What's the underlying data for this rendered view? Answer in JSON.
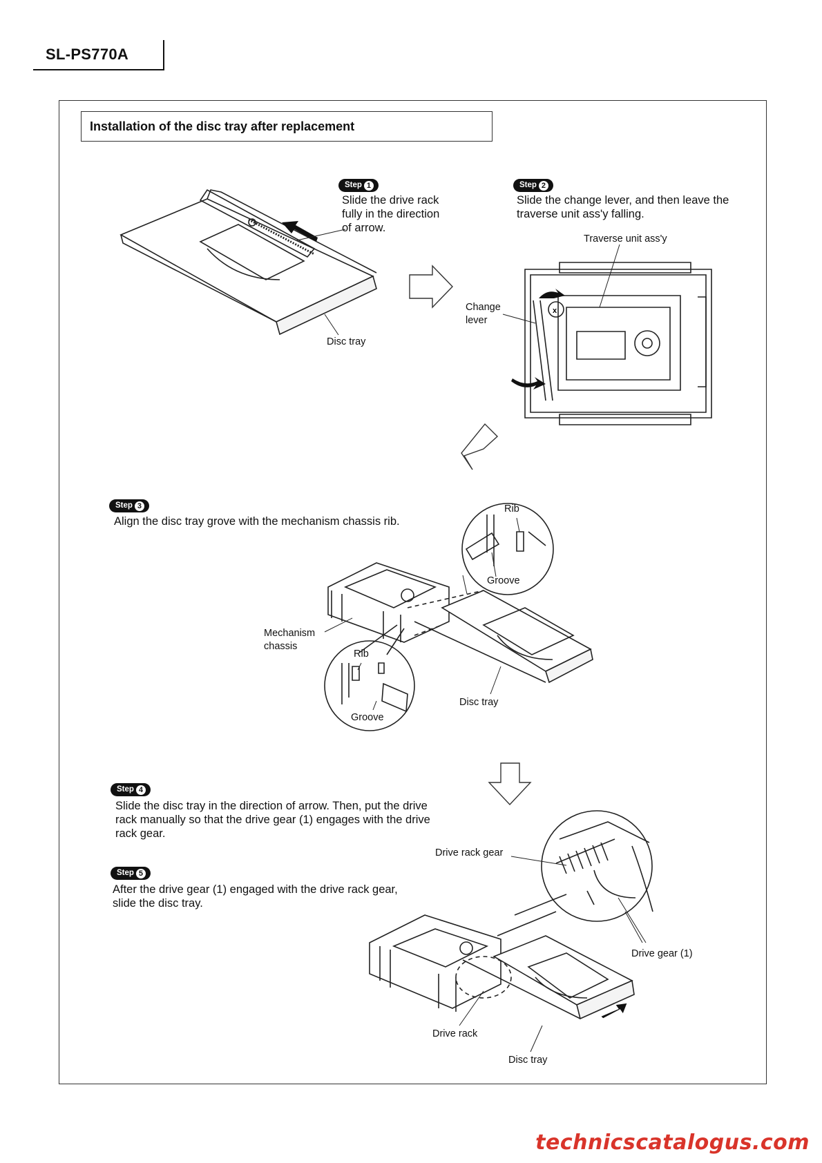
{
  "header": {
    "model": "SL-PS770A"
  },
  "section_title": "Installation of the disc tray after replacement",
  "steps": [
    {
      "badge": "Step",
      "num": "1",
      "text": "Slide the drive rack\nfully in the direction\nof arrow."
    },
    {
      "badge": "Step",
      "num": "2",
      "text": "Slide the change lever, and then leave the\ntraverse unit ass'y falling."
    },
    {
      "badge": "Step",
      "num": "3",
      "text": "Align the disc tray grove with the mechanism chassis rib."
    },
    {
      "badge": "Step",
      "num": "4",
      "text": "Slide the disc tray in the direction of arrow.  Then, put the drive\nrack manually so that the drive gear (1) engages with the drive\nrack gear."
    },
    {
      "badge": "Step",
      "num": "5",
      "text": "After the drive gear (1) engaged with the drive rack gear,\nslide the disc tray."
    }
  ],
  "labels": {
    "disc_tray": "Disc tray",
    "traverse_unit": "Traverse unit ass'y",
    "change_lever": "Change\nlever",
    "rib": "Rib",
    "groove": "Groove",
    "mechanism_chassis": "Mechanism\nchassis",
    "drive_rack_gear": "Drive rack gear",
    "drive_gear": "Drive gear (1)",
    "drive_rack": "Drive rack"
  },
  "watermark": "technicscatalogus.com"
}
